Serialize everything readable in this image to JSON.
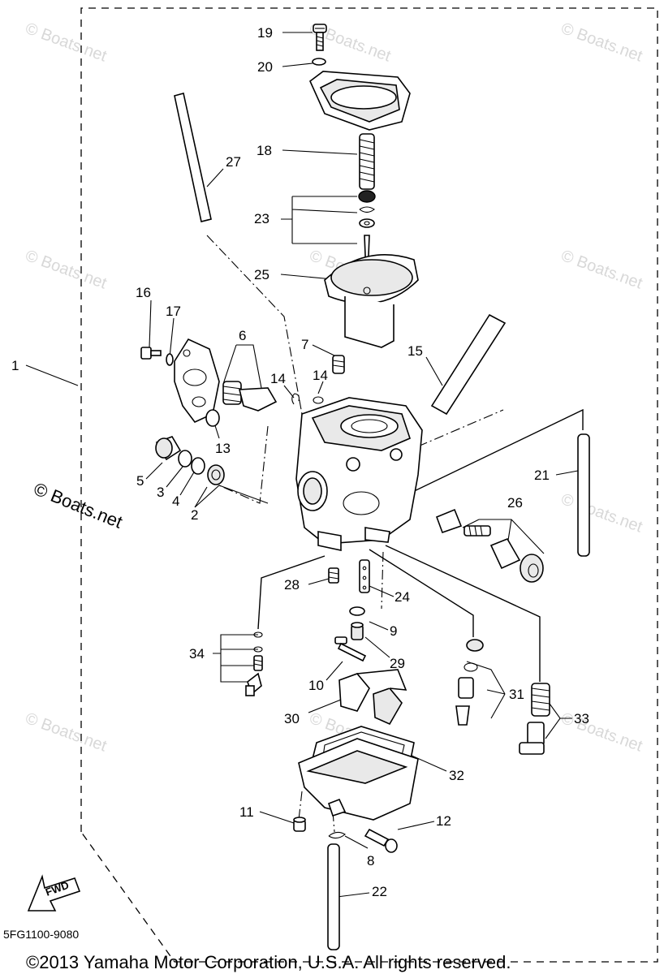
{
  "diagram": {
    "callouts": [
      {
        "id": "c1",
        "label": "1"
      },
      {
        "id": "c2",
        "label": "2"
      },
      {
        "id": "c3",
        "label": "3"
      },
      {
        "id": "c4",
        "label": "4"
      },
      {
        "id": "c5",
        "label": "5"
      },
      {
        "id": "c6",
        "label": "6"
      },
      {
        "id": "c7",
        "label": "7"
      },
      {
        "id": "c8",
        "label": "8"
      },
      {
        "id": "c9",
        "label": "9"
      },
      {
        "id": "c10",
        "label": "10"
      },
      {
        "id": "c11",
        "label": "11"
      },
      {
        "id": "c12",
        "label": "12"
      },
      {
        "id": "c13",
        "label": "13"
      },
      {
        "id": "c14a",
        "label": "14"
      },
      {
        "id": "c14b",
        "label": "14"
      },
      {
        "id": "c15",
        "label": "15"
      },
      {
        "id": "c16",
        "label": "16"
      },
      {
        "id": "c17",
        "label": "17"
      },
      {
        "id": "c18",
        "label": "18"
      },
      {
        "id": "c19",
        "label": "19"
      },
      {
        "id": "c20",
        "label": "20"
      },
      {
        "id": "c21",
        "label": "21"
      },
      {
        "id": "c22",
        "label": "22"
      },
      {
        "id": "c23",
        "label": "23"
      },
      {
        "id": "c24",
        "label": "24"
      },
      {
        "id": "c25",
        "label": "25"
      },
      {
        "id": "c26",
        "label": "26"
      },
      {
        "id": "c27",
        "label": "27"
      },
      {
        "id": "c28",
        "label": "28"
      },
      {
        "id": "c29",
        "label": "29"
      },
      {
        "id": "c30",
        "label": "30"
      },
      {
        "id": "c31",
        "label": "31"
      },
      {
        "id": "c32",
        "label": "32"
      },
      {
        "id": "c33",
        "label": "33"
      },
      {
        "id": "c34",
        "label": "34"
      }
    ],
    "watermark": "© Boats.net",
    "fwd_label": "FWD",
    "diagram_code": "5FG1100-9080",
    "copyright": "©2013 Yamaha Motor Corporation, U.S.A. All rights reserved."
  }
}
